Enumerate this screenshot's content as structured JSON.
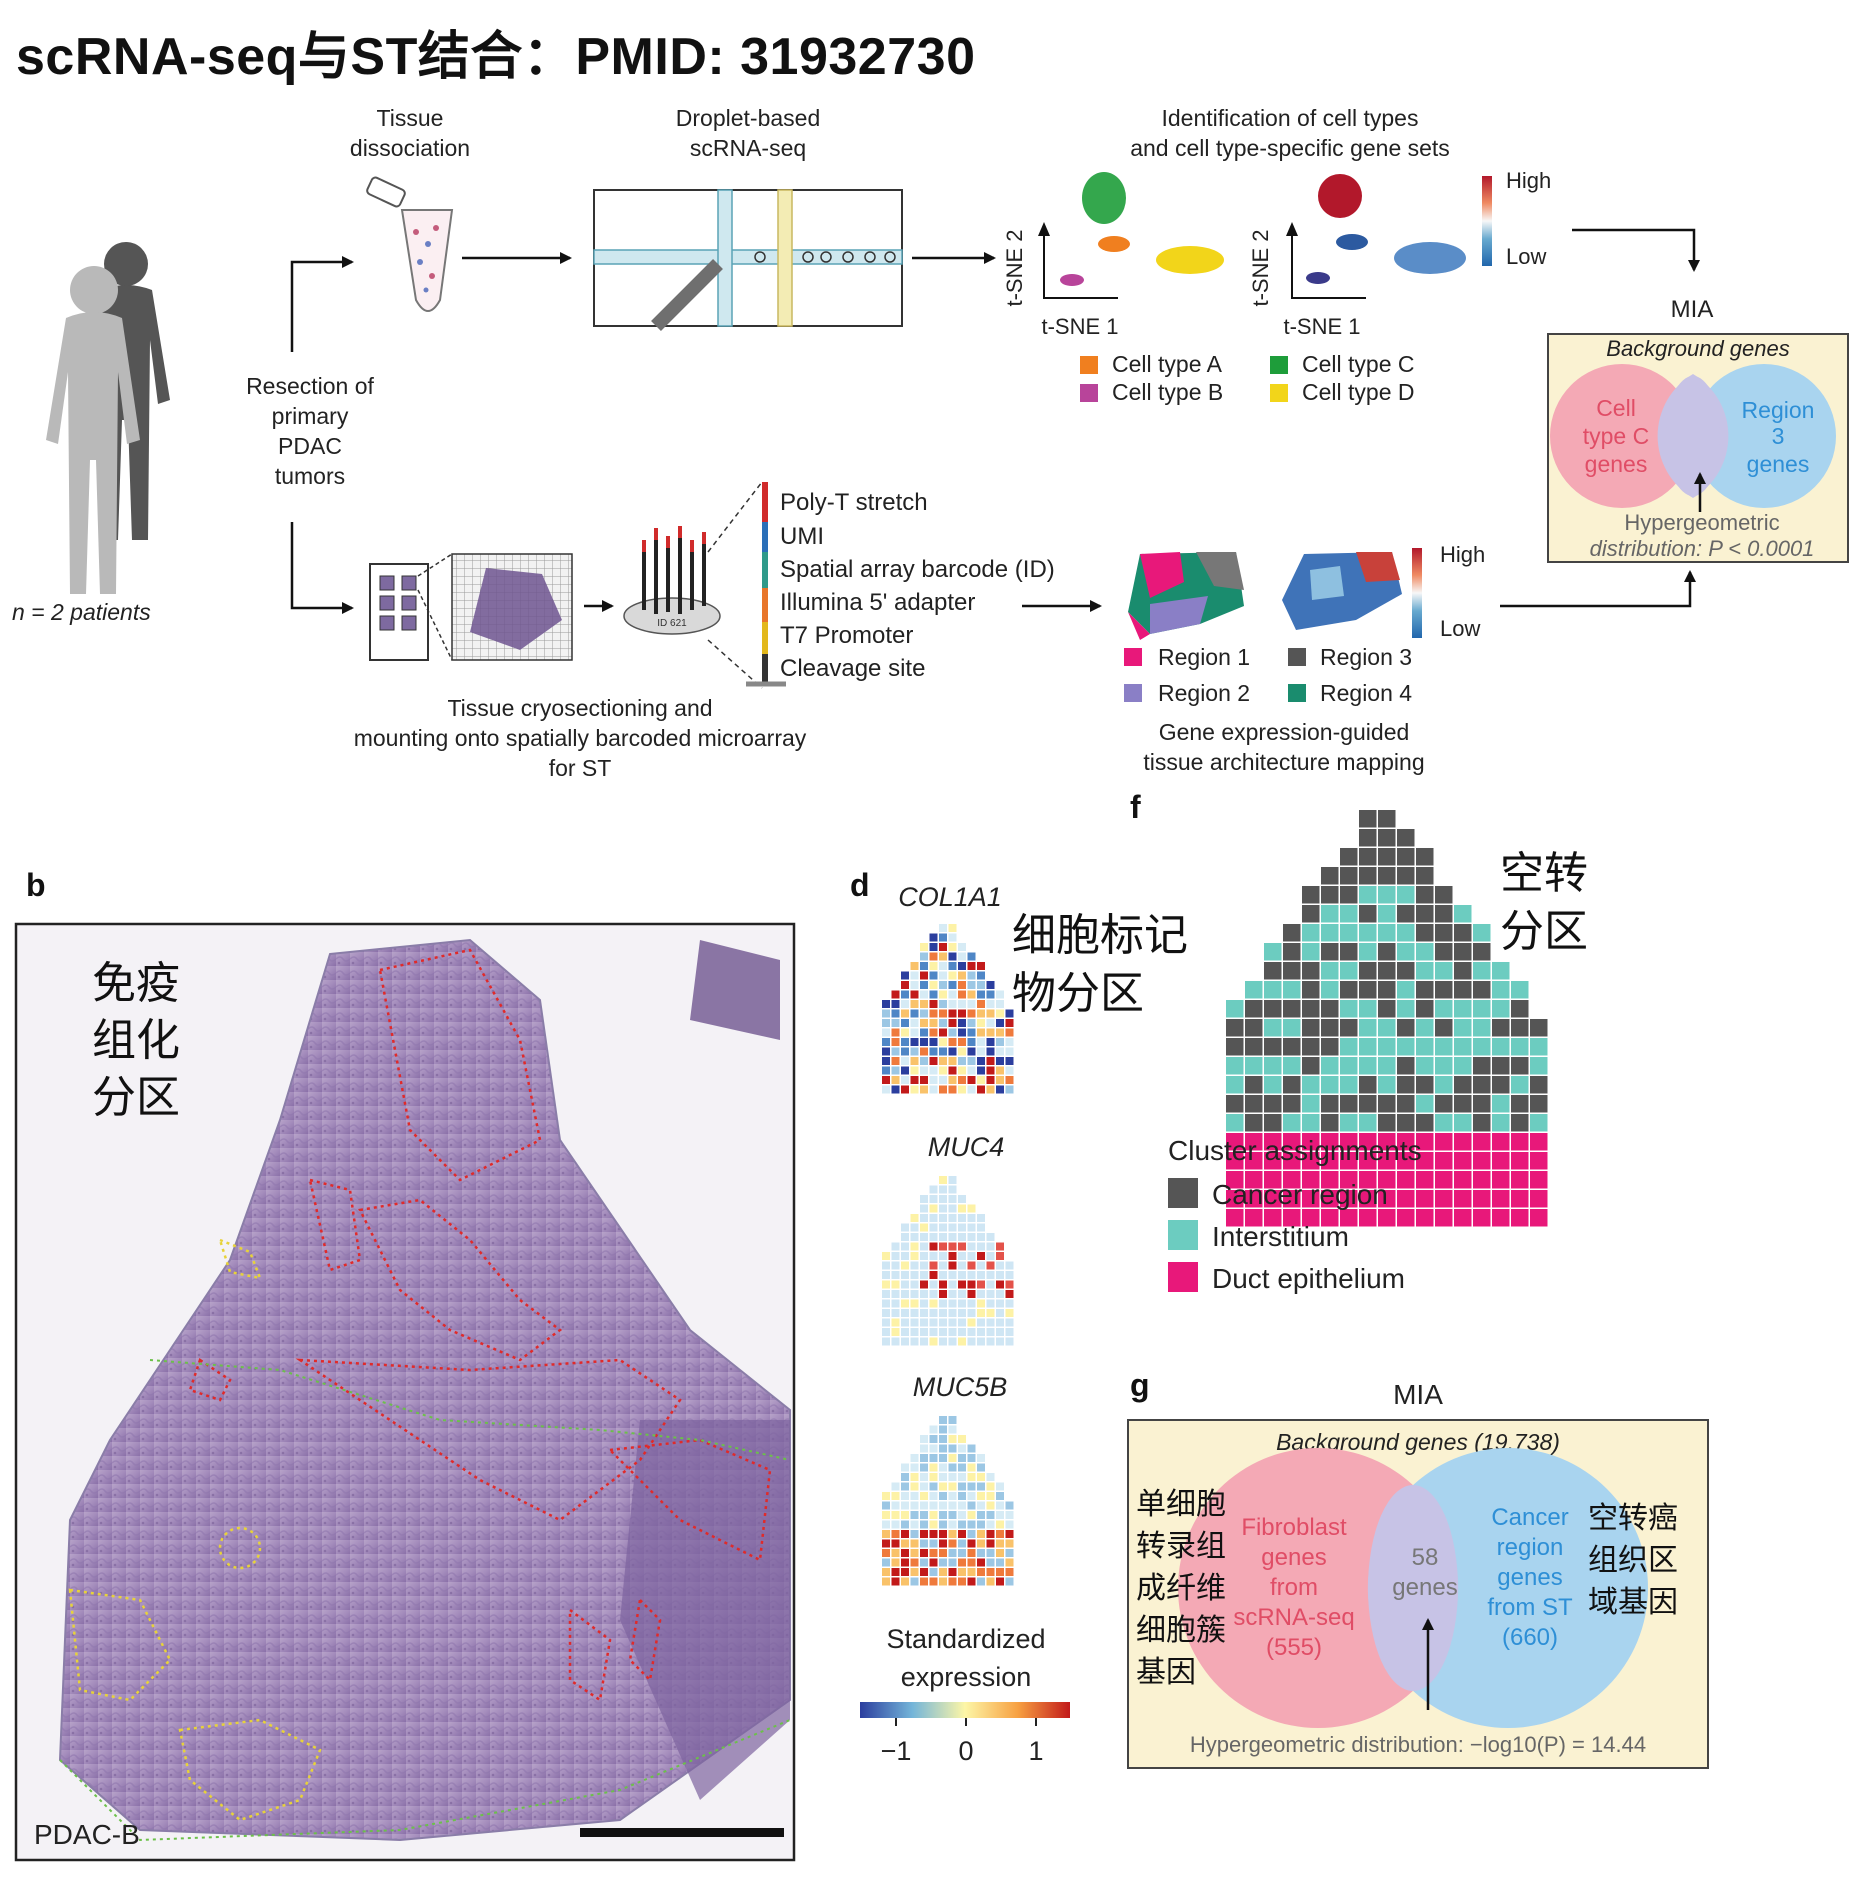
{
  "page": {
    "title": "scRNA-seq与ST结合：PMID: 31932730"
  },
  "panel_a": {
    "n_label": "n = 2 patients",
    "resection_lines": [
      "Resection of",
      "primary",
      "PDAC",
      "tumors"
    ],
    "step_tissue": [
      "Tissue",
      "dissociation"
    ],
    "step_droplet": [
      "Droplet-based",
      "scRNA-seq"
    ],
    "step_ident": [
      "Identification of cell types",
      "and cell type-specific gene sets"
    ],
    "tsne_x": "t-SNE 1",
    "tsne_y": "t-SNE 2",
    "scale_high": "High",
    "scale_low": "Low",
    "cell_types": [
      {
        "label": "Cell type A",
        "color": "#f07f1f"
      },
      {
        "label": "Cell type B",
        "color": "#b8449a"
      },
      {
        "label": "Cell type C",
        "color": "#1e9d3a"
      },
      {
        "label": "Cell type D",
        "color": "#f2d51a"
      }
    ],
    "probe_parts": [
      {
        "label": "Poly-T stretch",
        "color": "#d02b2b"
      },
      {
        "label": "UMI",
        "color": "#2a6fb8"
      },
      {
        "label": "Spatial array barcode (ID)",
        "color": "#2f9a8a"
      },
      {
        "label": "Illumina 5' adapter",
        "color": "#e8762a"
      },
      {
        "label": "T7 Promoter",
        "color": "#e3b81c"
      },
      {
        "label": "Cleavage site",
        "color": "#333333"
      }
    ],
    "spot_id": "ID 621",
    "cryo_caption": [
      "Tissue cryosectioning and",
      "mounting onto spatially barcoded microarray",
      "for ST"
    ],
    "regions": [
      {
        "label": "Region 1",
        "color": "#e8187a"
      },
      {
        "label": "Region 2",
        "color": "#8a7fc6"
      },
      {
        "label": "Region 3",
        "color": "#555555"
      },
      {
        "label": "Region 4",
        "color": "#1a8c6e"
      }
    ],
    "mapping_caption": [
      "Gene expression-guided",
      "tissue architecture mapping"
    ],
    "mia": {
      "title": "MIA",
      "background": "Background genes",
      "left_set": [
        "Cell",
        "type C",
        "genes"
      ],
      "right_set": [
        "Region",
        "3",
        "genes"
      ],
      "stat": [
        "Hypergeometric",
        "distribution: P < 0.0001"
      ]
    }
  },
  "panel_b": {
    "letter": "b",
    "annotation": [
      "免疫",
      "组化",
      "分区"
    ],
    "sample_label": "PDAC-B"
  },
  "panel_d": {
    "letter": "d",
    "genes": [
      "COL1A1",
      "MUC4",
      "MUC5B"
    ],
    "annotation": [
      "细胞标记",
      "物分区"
    ],
    "legend_title": [
      "Standardized",
      "expression"
    ],
    "ticks": [
      "−1",
      "0",
      "1"
    ]
  },
  "panel_f": {
    "letter": "f",
    "annotation": [
      "空转",
      "分区"
    ],
    "legend_title": "Cluster assignments",
    "clusters": [
      {
        "label": "Cancer region",
        "color": "#555555"
      },
      {
        "label": "Interstitium",
        "color": "#6cccc0"
      },
      {
        "label": "Duct epithelium",
        "color": "#e8187a"
      }
    ]
  },
  "panel_g": {
    "letter": "g",
    "title": "MIA",
    "background": "Background genes (19,738)",
    "left_set": [
      "Fibroblast",
      "genes",
      "from",
      "scRNA-seq",
      "(555)"
    ],
    "overlap": [
      "58",
      "genes"
    ],
    "right_set": [
      "Cancer",
      "region",
      "genes",
      "from ST",
      "(660)"
    ],
    "stat": "Hypergeometric distribution:  −log10(P) = 14.44",
    "left_annotation": [
      "单细胞",
      "转录组",
      "成纤维",
      "细胞簇",
      "基因"
    ],
    "right_annotation": [
      "空转癌",
      "组织区",
      "域基因"
    ]
  },
  "colors": {
    "venn_pink": "#f4a9b5",
    "venn_blue": "#a9d4ef",
    "venn_overlap": "#c7c3e6",
    "mia_box": "#faf2d2"
  }
}
